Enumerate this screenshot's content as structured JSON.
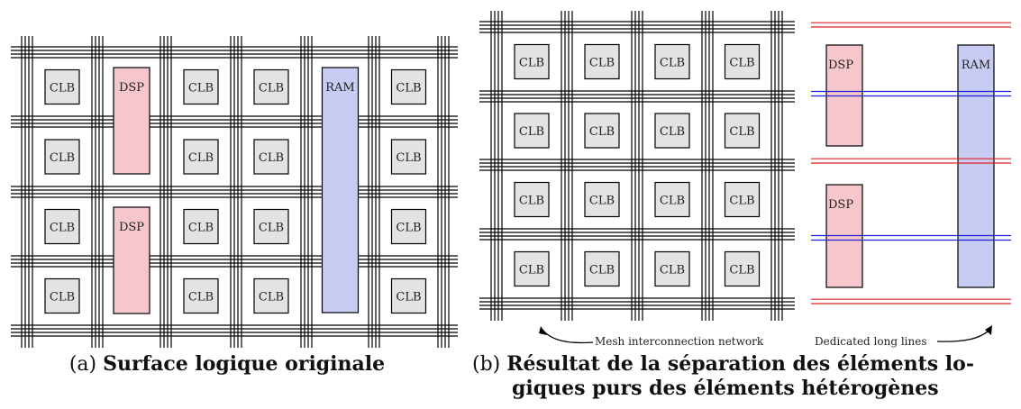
{
  "panel_a": {
    "caption_tag": "(a)",
    "caption_title": "Surface logique originale",
    "rows": [
      [
        "CLB",
        "DSP",
        "CLB",
        "CLB",
        "RAM",
        "CLB"
      ],
      [
        "CLB",
        "",
        "CLB",
        "CLB",
        "",
        "CLB"
      ],
      [
        "CLB",
        "DSP",
        "CLB",
        "CLB",
        "",
        "CLB"
      ],
      [
        "CLB",
        "",
        "CLB",
        "CLB",
        "",
        "CLB"
      ]
    ]
  },
  "panel_b": {
    "caption_tag": "(b)",
    "caption_title_line1": "Résultat de la séparation des éléments lo-",
    "caption_title_line2": "giques purs des éléments hétérogènes",
    "mesh_label": "CLB",
    "dsp_label": "DSP",
    "ram_label": "RAM",
    "annotation_mesh": "Mesh interconnection network",
    "annotation_dedicated": "Dedicated long lines"
  },
  "colors": {
    "clb_fill": "#e3e3e3",
    "dsp_fill": "#f5c6cb",
    "ram_fill": "#c8ccf3",
    "wire": "#000000",
    "dedicated_red": "#e02020",
    "dedicated_blue": "#2020d0"
  }
}
